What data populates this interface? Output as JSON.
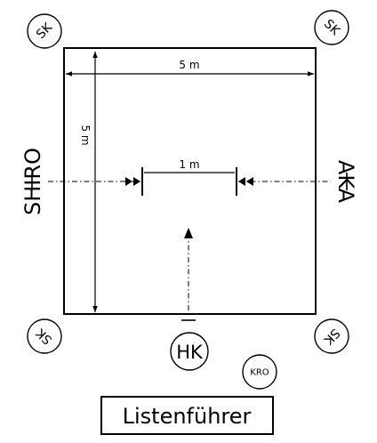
{
  "area": {
    "width_label": "5 m",
    "height_label": "5 m",
    "gap_label": "1 m"
  },
  "sides": {
    "left": "SHIRO",
    "right": "AKA"
  },
  "judges": {
    "corner_label": "SK",
    "main_label": "HK",
    "kro_label": "KRO"
  },
  "table": {
    "label": "Listenführer"
  },
  "colors": {
    "line": "#000000",
    "background": "#ffffff"
  }
}
